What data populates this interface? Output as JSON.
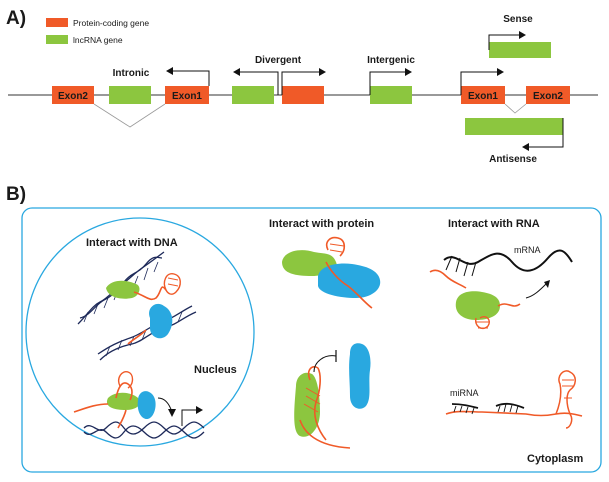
{
  "panel_a": {
    "tag": "A)",
    "legend": [
      {
        "label": "Protein-coding gene",
        "color": "#f05a28"
      },
      {
        "label": "lncRNA gene",
        "color": "#8cc63f"
      }
    ],
    "exon_labels": {
      "left_exon2": "Exon2",
      "left_exon1": "Exon1",
      "right_exon1": "Exon1",
      "right_exon2": "Exon2"
    },
    "labels": {
      "intronic": "Intronic",
      "divergent": "Divergent",
      "intergenic": "Intergenic",
      "sense": "Sense",
      "antisense": "Antisense"
    }
  },
  "panel_b": {
    "tag": "B)",
    "labels": {
      "dna": "Interact with DNA",
      "protein": "Interact with protein",
      "rna": "Interact with RNA",
      "nucleus": "Nucleus",
      "cytoplasm": "Cytoplasm",
      "mrna": "mRNA",
      "mirna": "miRNA"
    }
  },
  "colors": {
    "protein_coding": "#f05a28",
    "lncrna": "#8cc63f",
    "protein_blob": "#29a8e0",
    "border": "#29a8e0",
    "rna_strand": "#f05a28",
    "dna": "#1e2a5a"
  }
}
